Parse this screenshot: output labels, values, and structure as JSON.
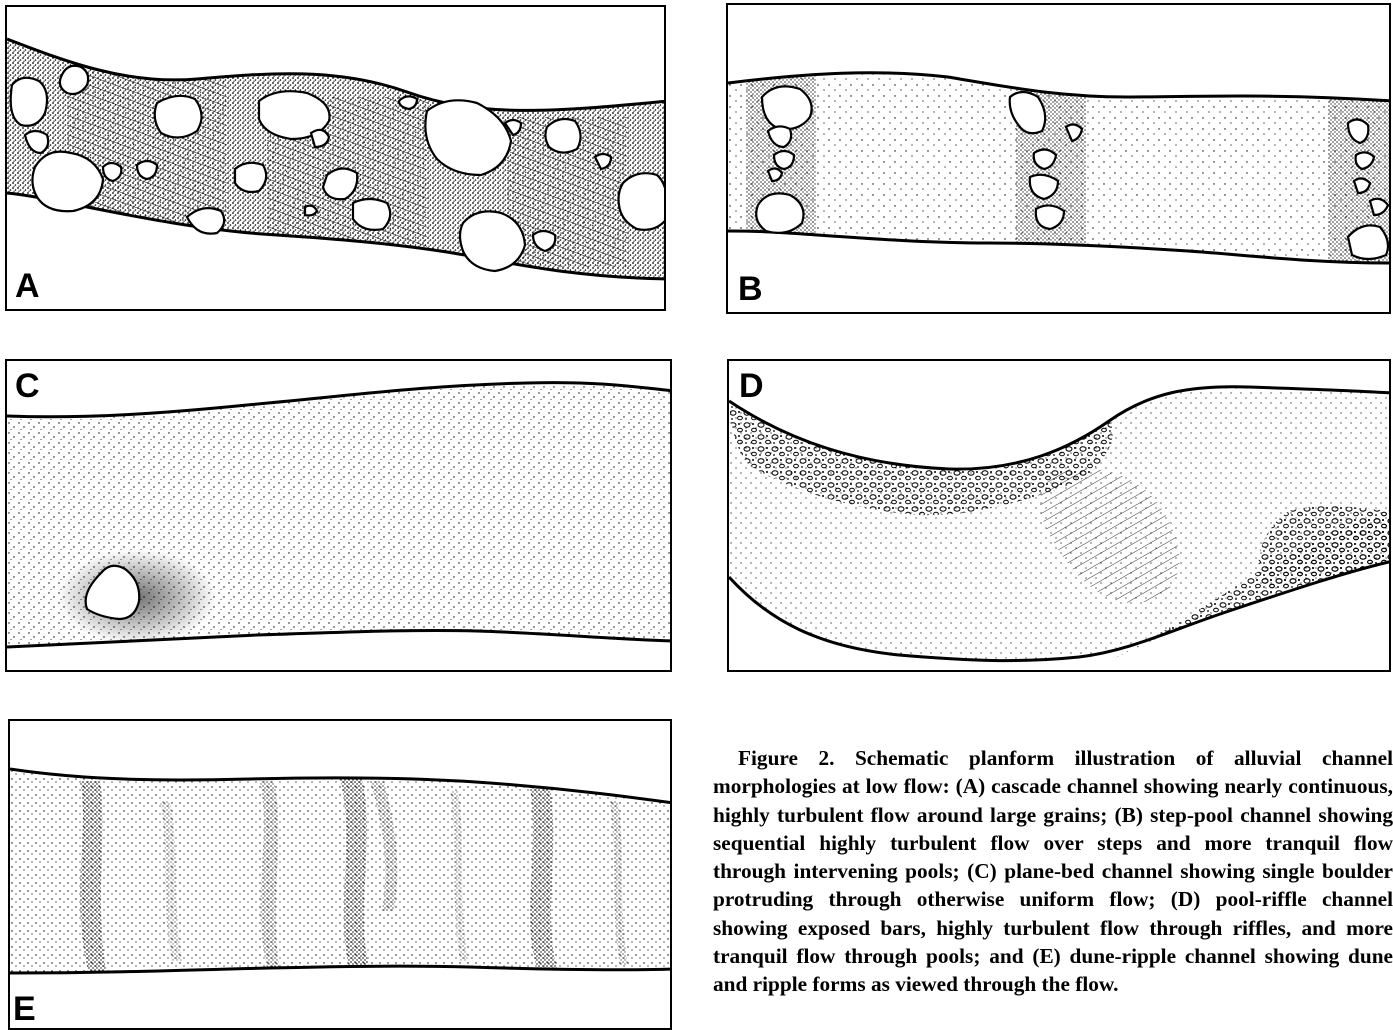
{
  "panels": {
    "a": {
      "label": "A"
    },
    "b": {
      "label": "B"
    },
    "c": {
      "label": "C"
    },
    "d": {
      "label": "D"
    },
    "e": {
      "label": "E"
    }
  },
  "caption": {
    "text": "Figure 2. Schematic planform illustration of alluvial channel morphologies at low flow: (A) cascade channel showing nearly continuous, highly turbulent flow around large grains; (B) step-pool channel showing sequential highly turbulent flow over steps and more tranquil flow through intervening pools; (C) plane-bed channel showing single boulder protruding through otherwise uniform flow; (D) pool-riffle channel showing exposed bars, highly turbulent flow through riffles, and more tranquil flow through pools; and (E) dune-ripple channel showing dune and ripple forms as viewed through the flow."
  }
}
